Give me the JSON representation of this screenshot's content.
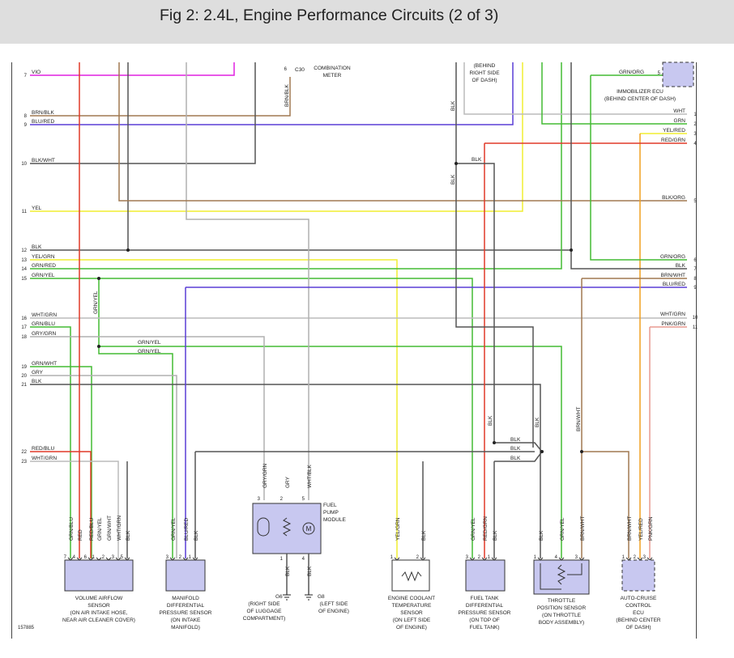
{
  "title": "Fig 2: 2.4L, Engine Performance Circuits (2 of 3)",
  "figure_id": "157885",
  "colors": {
    "VIO": "#e020e0",
    "BRN": "#a07850",
    "BLU": "#5a3ed6",
    "BLK": "#555555",
    "YEL": "#f0ee30",
    "GRN": "#44bb33",
    "RED": "#e03a28",
    "WHT": "#bbbbbb",
    "GRY": "#b0b0b0",
    "PNK": "#e89a90",
    "ORG": "#f0a020"
  },
  "left_terminals": [
    {
      "num": "7",
      "label": "VIO"
    },
    {
      "num": "8",
      "label": "BRN/BLK"
    },
    {
      "num": "9",
      "label": "BLU/RED"
    },
    {
      "num": "10",
      "label": "BLK/WHT"
    },
    {
      "num": "11",
      "label": "YEL"
    },
    {
      "num": "12",
      "label": "BLK"
    },
    {
      "num": "13",
      "label": "YEL/GRN"
    },
    {
      "num": "14",
      "label": "GRN/RED"
    },
    {
      "num": "15",
      "label": "GRN/YEL"
    },
    {
      "num": "16",
      "label": "WHT/GRN"
    },
    {
      "num": "17",
      "label": "GRN/BLU"
    },
    {
      "num": "18",
      "label": "GRY/GRN"
    },
    {
      "num": "19",
      "label": "GRN/WHT"
    },
    {
      "num": "20",
      "label": "GRY"
    },
    {
      "num": "21",
      "label": "BLK"
    },
    {
      "num": "22",
      "label": "RED/BLU"
    },
    {
      "num": "23",
      "label": "WHT/GRN"
    }
  ],
  "right_terminals": [
    {
      "num": "1",
      "label": "WHT"
    },
    {
      "num": "2",
      "label": "GRN"
    },
    {
      "num": "3",
      "label": "YEL/RED"
    },
    {
      "num": "4",
      "label": "RED/GRN"
    },
    {
      "num": "5",
      "label": "BLK/ORG"
    },
    {
      "num": "6",
      "label": "GRN/ORG"
    },
    {
      "num": "7",
      "label": "BLK"
    },
    {
      "num": "8",
      "label": "BRN/WHT"
    },
    {
      "num": "9",
      "label": "BLU/RED"
    },
    {
      "num": "10",
      "label": "WHT/GRN"
    },
    {
      "num": "11",
      "label": "PNK/GRN"
    }
  ],
  "top_components": {
    "combination_meter": {
      "pin": "6",
      "connector": "C30",
      "label": [
        "COMBINATION",
        "METER"
      ],
      "wire": "BRN/BLK"
    },
    "behind_dash": {
      "label": [
        "(BEHIND",
        "RIGHT SIDE",
        "OF DASH)"
      ]
    },
    "immobilizer": {
      "pin": "5",
      "wire": "GRN/ORG",
      "label": [
        "IMMOBILIZER ECU",
        "(BEHIND CENTER OF DASH)"
      ]
    }
  },
  "inline_labels": {
    "blk_vertical_1": "BLK",
    "blk_vertical_2": "BLK",
    "blk_horizontal": "BLK",
    "grn_yel_vertical": "GRN/YEL",
    "grn_yel_branch_1": "GRN/YEL",
    "grn_yel_branch_2": "GRN/YEL",
    "blk_fuel_tank_vert": "BLK",
    "blk_throttle_vert": "BLK",
    "brn_wht_vert": "BRN/WHT",
    "blk_h1": "BLK",
    "blk_h2": "BLK",
    "blk_h3": "BLK"
  },
  "components": [
    {
      "id": "vaf",
      "pins": [
        "7",
        "4",
        "6",
        "1",
        "2",
        "3",
        "5"
      ],
      "wires": [
        "GRN/BLU",
        "RED",
        "RED/BLU",
        "GRN/YEL",
        "GRN/WHT",
        "WHT/GRN",
        "BLK"
      ],
      "label": [
        "VOLUME AIRFLOW",
        "SENSOR",
        "(ON AIR INTAKE HOSE,",
        "NEAR AIR CLEANER COVER)"
      ]
    },
    {
      "id": "map",
      "pins": [
        "3",
        "2",
        "1"
      ],
      "wires": [
        "GRN/YEL",
        "BLU/RED",
        "BLK"
      ],
      "label": [
        "MANIFOLD",
        "DIFFERENTIAL",
        "PRESSURE SENSOR",
        "(ON INTAKE",
        "MANIFOLD)"
      ]
    },
    {
      "id": "fuel_pump",
      "pins_top": [
        "3",
        "2",
        "5"
      ],
      "wires_top": [
        "GRY/GRN",
        "GRY",
        "WHT/BLK"
      ],
      "pins_bottom": [
        "1",
        "4"
      ],
      "wires_bottom": [
        "BLK",
        "BLK"
      ],
      "label": [
        "FUEL",
        "PUMP",
        "MODULE"
      ]
    },
    {
      "id": "ground_g6",
      "name": "G6",
      "label": [
        "(RIGHT SIDE",
        "OF LUGGAGE",
        "COMPARTMENT)"
      ]
    },
    {
      "id": "ground_g8",
      "name": "G8",
      "label": [
        "(LEFT SIDE",
        "OF ENGINE)"
      ]
    },
    {
      "id": "ect",
      "pins": [
        "1",
        "2"
      ],
      "wires": [
        "YEL/GRN",
        "BLK"
      ],
      "label": [
        "ENGINE COOLANT",
        "TEMPERATURE",
        "SENSOR",
        "(ON LEFT SIDE",
        "OF ENGINE)"
      ]
    },
    {
      "id": "ftp",
      "pins": [
        "3",
        "2",
        "1"
      ],
      "wires": [
        "GRN/YEL",
        "RED/GRN",
        "BLK"
      ],
      "label": [
        "FUEL TANK",
        "DIFFERENTIAL",
        "PRESSURE SENSOR",
        "(ON TOP OF",
        "FUEL TANK)"
      ]
    },
    {
      "id": "tps",
      "pins": [
        "1",
        "4",
        "3"
      ],
      "wires": [
        "BLK",
        "GRN/YEL",
        "BRN/WHT"
      ],
      "label": [
        "THROTTLE",
        "POSITION SENSOR",
        "(ON THROTTLE",
        "BODY ASSEMBLY)"
      ]
    },
    {
      "id": "cruise",
      "pins": [
        "1",
        "2",
        "3"
      ],
      "wires": [
        "BRN/WHT",
        "YEL/RED",
        "PNK/GRN"
      ],
      "label": [
        "AUTO-CRUISE",
        "CONTROL",
        "ECU",
        "(BEHIND CENTER",
        "OF DASH)"
      ]
    }
  ]
}
